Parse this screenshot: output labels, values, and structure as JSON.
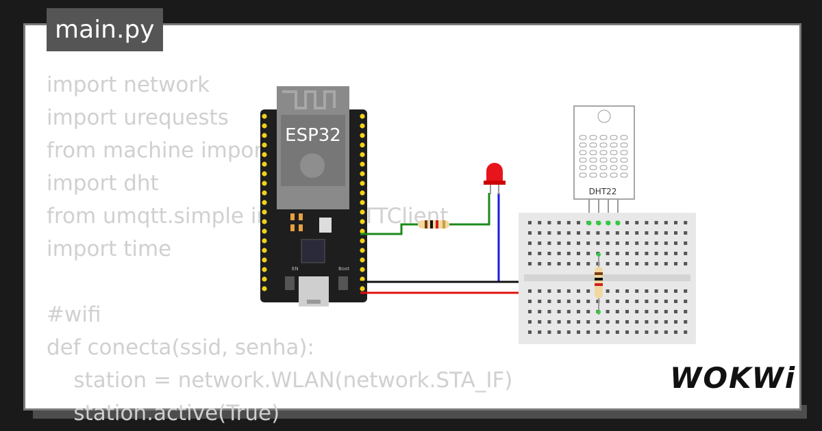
{
  "file_tab": "main.py",
  "code_lines": [
    "import network",
    "import urequests",
    "from machine import Pin",
    "import dht",
    "from umqtt.simple import MQTTClient",
    "import time",
    "",
    "#wifi",
    "def conecta(ssid, senha):",
    "    station = network.WLAN(network.STA_IF)",
    "    station.active(True)"
  ],
  "esp32_label": "ESP32",
  "dht_label": "DHT22",
  "en_label": "EN",
  "boot_label": "Boot",
  "brand": "WOKWi",
  "colors": {
    "wire_green": "#1a8a1a",
    "wire_blue": "#1a1ae0",
    "wire_black": "#111111",
    "wire_red": "#e01010",
    "led": "#e8141c",
    "board": "#1e1e1e"
  }
}
